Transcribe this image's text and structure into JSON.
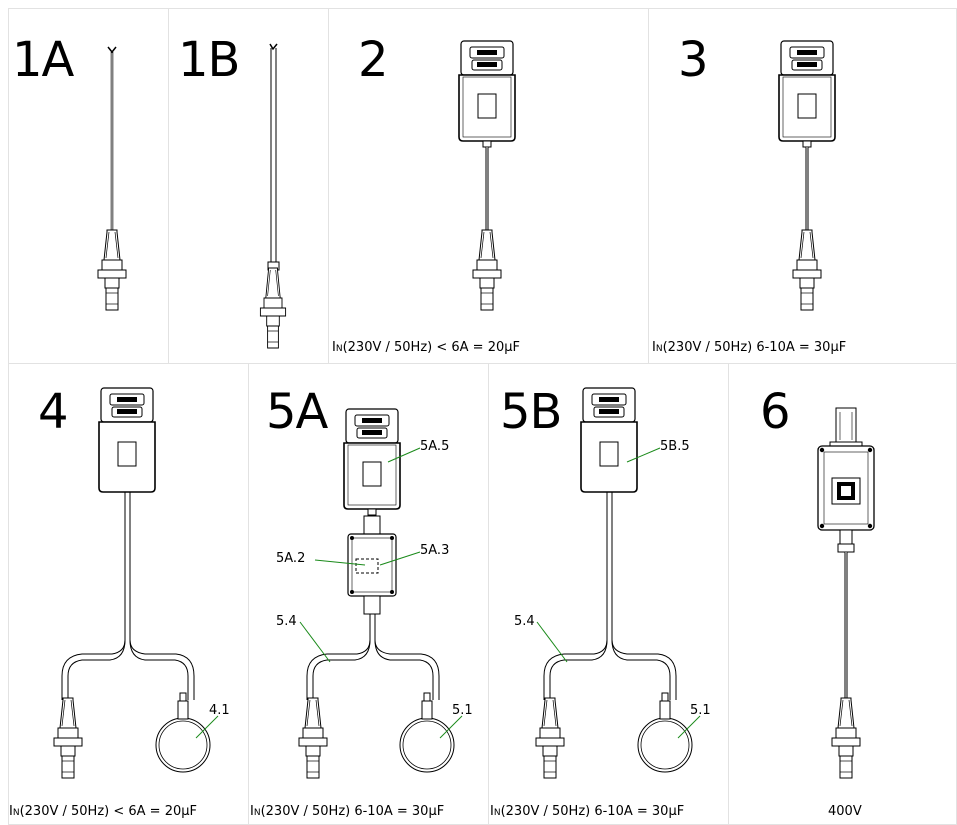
{
  "panels": {
    "p1a": {
      "number": "1A"
    },
    "p1b": {
      "number": "1B"
    },
    "p2": {
      "number": "2",
      "caption_prefix": "I",
      "caption_sub": "N",
      "caption_rest": "(230V / 50Hz) < 6A = 20µF"
    },
    "p3": {
      "number": "3",
      "caption_prefix": "I",
      "caption_sub": "N",
      "caption_rest": "(230V / 50Hz) 6-10A = 30µF"
    },
    "p4": {
      "number": "4",
      "caption_prefix": "I",
      "caption_sub": "N",
      "caption_rest": "(230V / 50Hz) < 6A = 20µF",
      "callouts": {
        "c41": "4.1"
      }
    },
    "p5a": {
      "number": "5A",
      "caption_prefix": "I",
      "caption_sub": "N",
      "caption_rest": "(230V / 50Hz) 6-10A = 30µF",
      "callouts": {
        "c5a5": "5A.5",
        "c5a2": "5A.2",
        "c5a3": "5A.3",
        "c54": "5.4",
        "c51": "5.1"
      }
    },
    "p5b": {
      "number": "5B",
      "caption_prefix": "I",
      "caption_sub": "N",
      "caption_rest": "(230V / 50Hz) 6-10A = 30µF",
      "callouts": {
        "c5b5": "5B.5",
        "c54": "5.4",
        "c51": "5.1"
      }
    },
    "p6": {
      "number": "6",
      "caption": "400V"
    }
  },
  "colors": {
    "line": "#000000",
    "leader": "#1a8a1a",
    "border": "#e2e2e2"
  }
}
